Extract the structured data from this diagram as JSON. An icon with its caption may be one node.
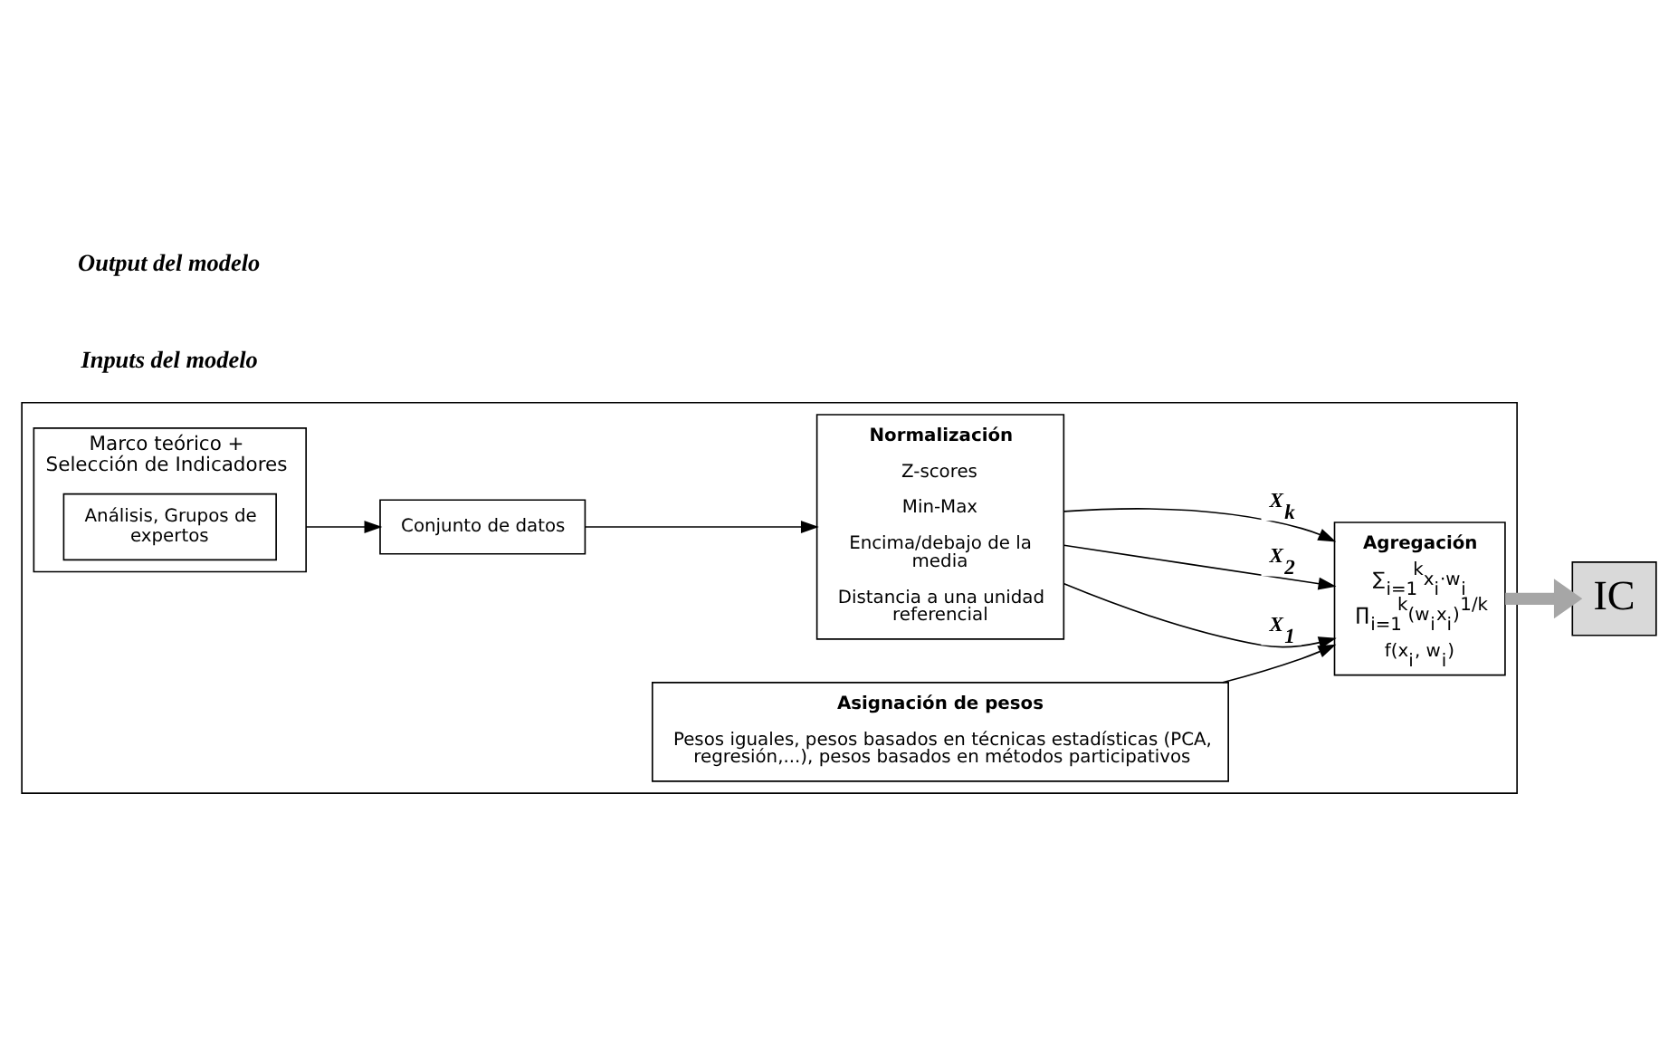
{
  "diagram": {
    "nodes": [
      {
        "text": [],
        "shape": "box"
      },
      {
        "text": [
          "Conjunto de datos"
        ],
        "in": 0
      },
      {
        "text": [
          "Marco teórico + Selección de Indicadores"
        ],
        "in": 0
      },
      {
        "text": [
          "Análisis, Grupos de expertos"
        ],
        "in": 2
      },
      {
        "text": [
          "Normalización",
          "Z-scores",
          "Min-Max",
          "Encima/debajo de la media",
          "Distancia a una unidad referencial"
        ],
        "in": 0
      },
      {
        "text": [
          "Agregación",
          "∑$_{i=1}$$^{k}$x$_{i}$·w$_{i}$",
          "∏$_{i=1}$$^{k}$(w$_{i}$x$_{i}$)$^{1/k}$",
          "f(x$_{i}$, w$_{i}$)"
        ],
        "in": 0
      },
      {
        "text": [
          "Asignación de pesos",
          "Pesos iguales, pesos basados en técnicas estadísticas (PCA, regresión,...), pesos basados en métodos participativos"
        ],
        "in": 0
      },
      {
        "text": [
          "IC"
        ]
      }
    ],
    "edges": [
      {
        "from": 2,
        "to": 1,
        "arrow": "to"
      },
      {
        "from": 1,
        "to": 4,
        "arrow": "to"
      },
      {
        "from": 4,
        "to": 5,
        "arrow": "to",
        "label": "X$_{1}$"
      },
      {
        "from": 4,
        "to": 5,
        "arrow": "to",
        "label": "X$_{2}$"
      },
      {
        "from": 4,
        "to": 5,
        "arrow": "to",
        "label": "X$_{k}$"
      },
      {
        "from": 6,
        "to": 5,
        "arrow": "to"
      },
      {
        "from": 5,
        "to": 7,
        "arrow": "to",
        "style": "thick",
        "color": "#a6a6a6"
      }
    ],
    "labels": [
      "Inputs del modelo",
      "Output del modelo"
    ]
  }
}
